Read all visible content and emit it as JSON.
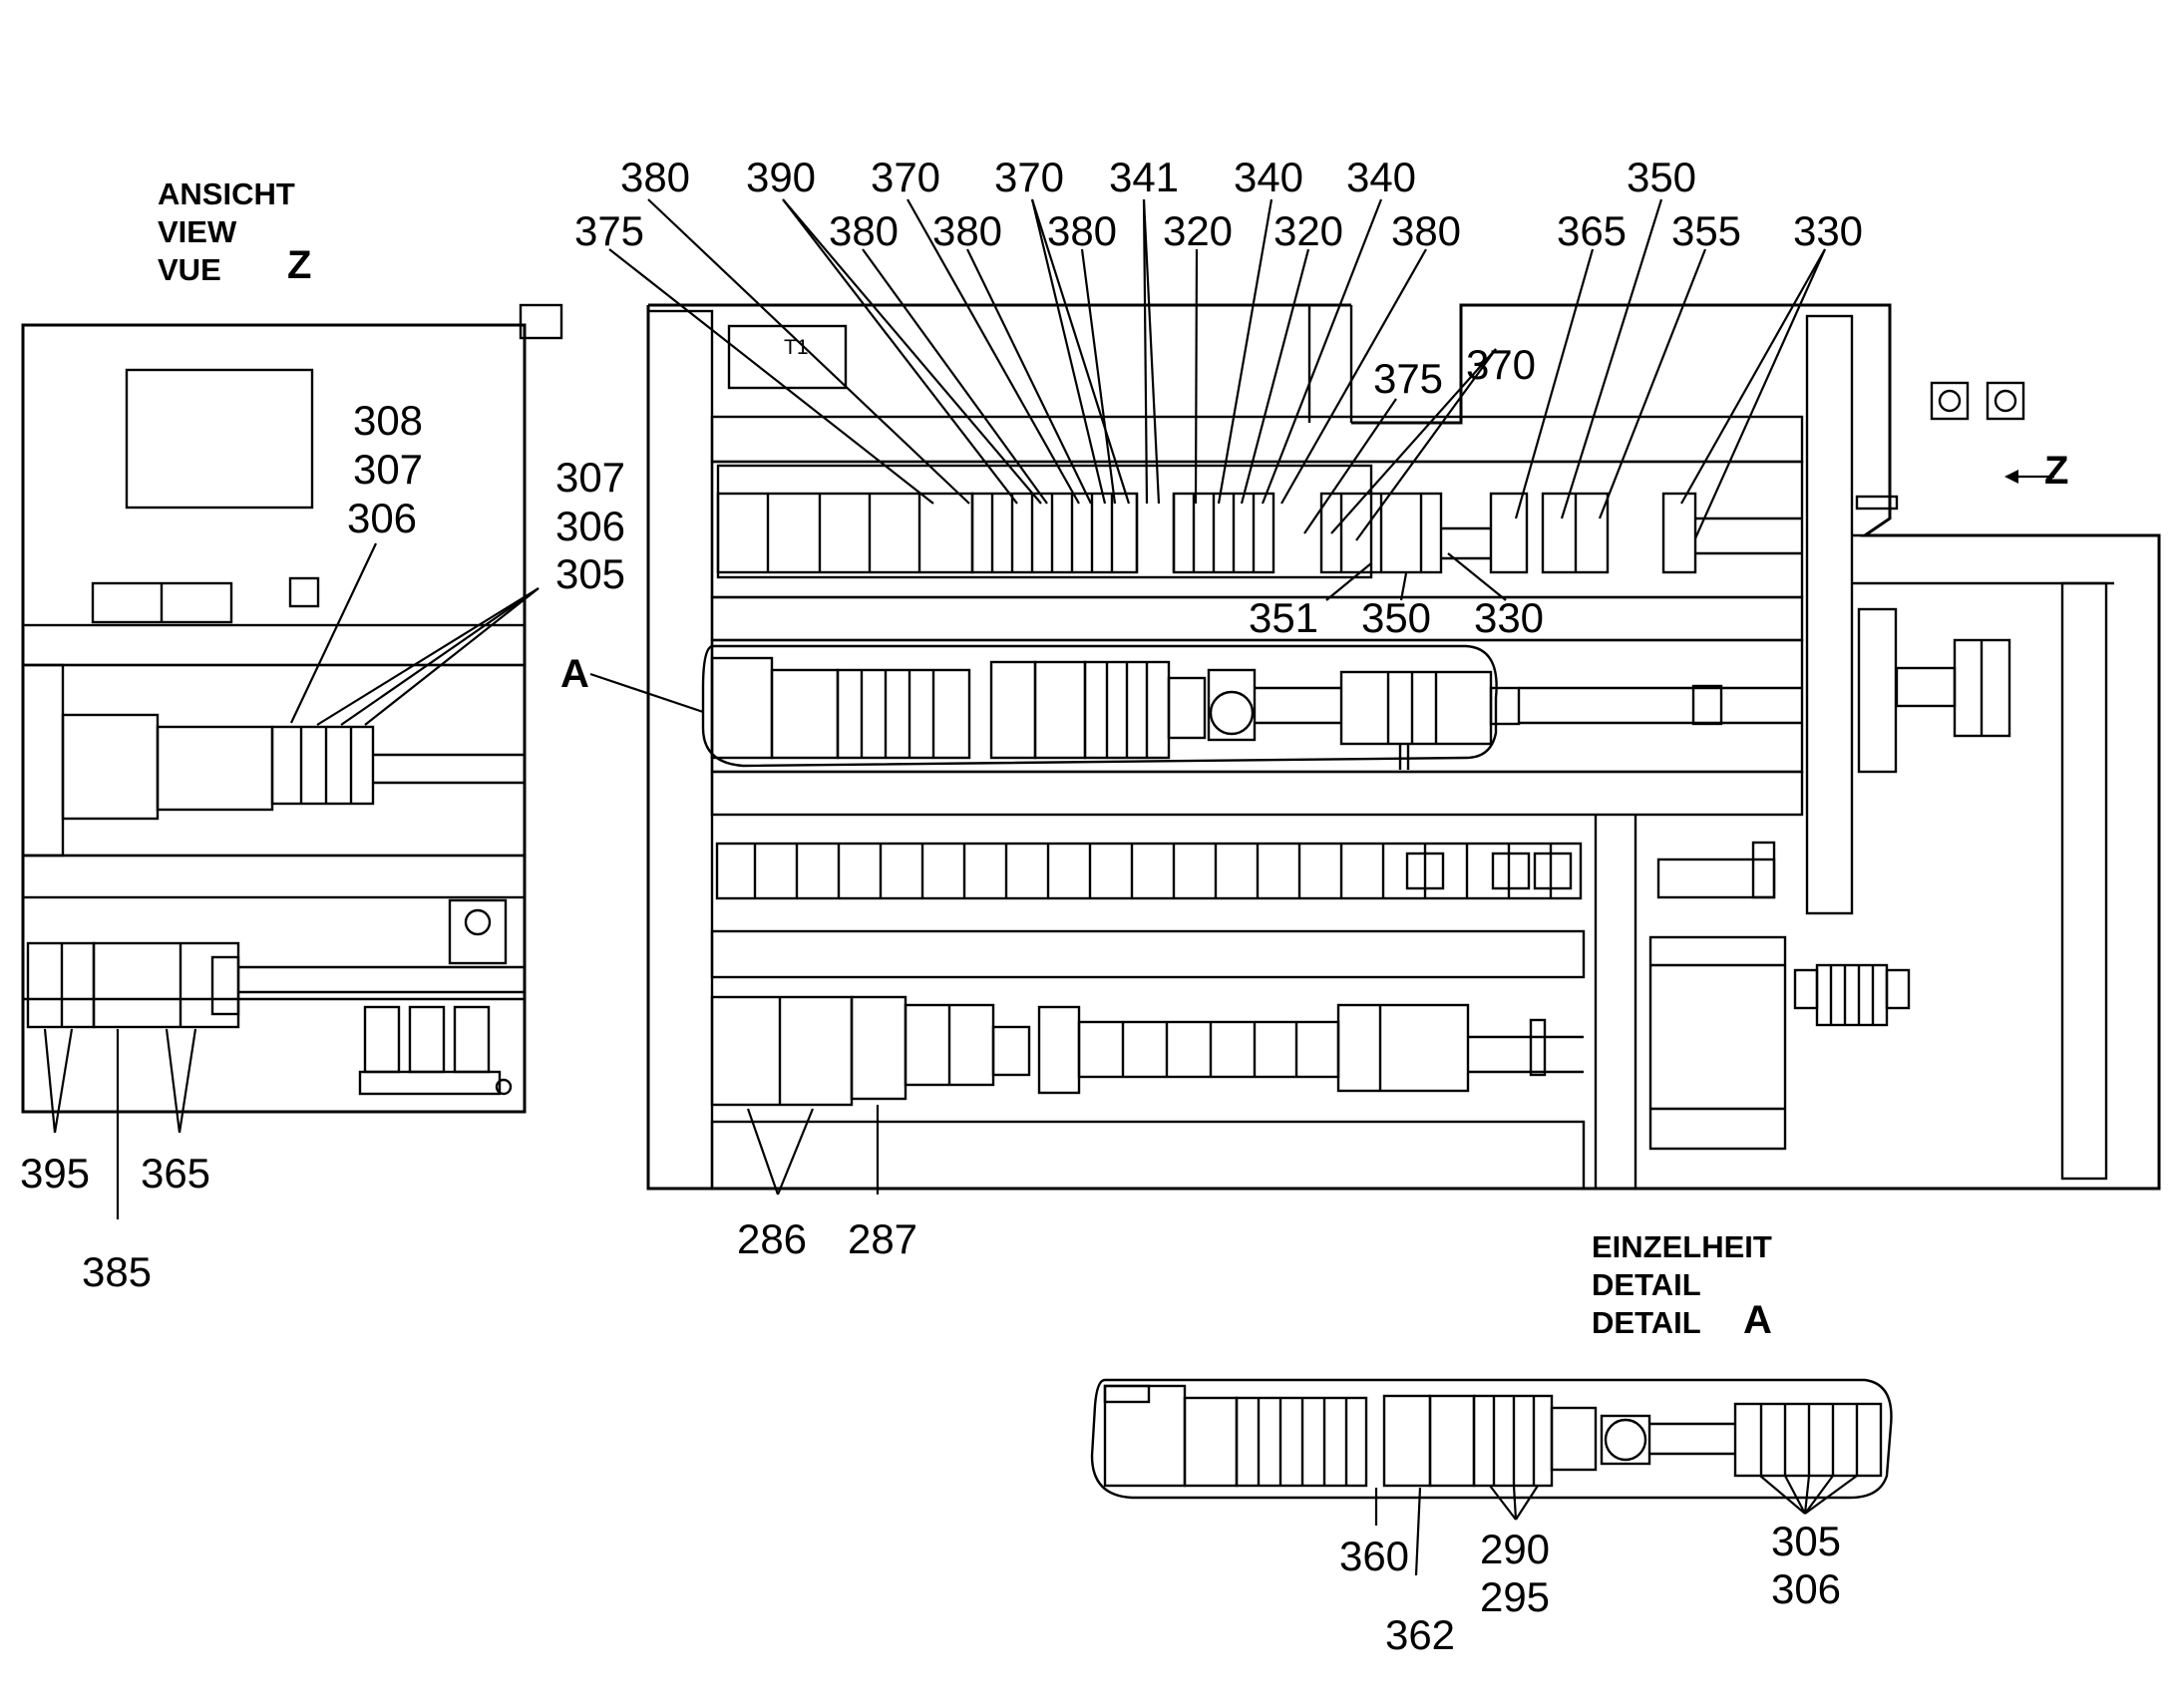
{
  "view_z": {
    "lines": [
      "ANSICHT",
      "VIEW",
      "VUE"
    ],
    "letter": "Z"
  },
  "detail_a": {
    "lines": [
      "EINZELHEIT",
      "DETAIL",
      "DETAIL"
    ],
    "letter": "A"
  },
  "markers": {
    "a": "A",
    "z_arrow": "Z",
    "t1": "T1"
  },
  "part_numbers": {
    "top": [
      "380",
      "390",
      "370",
      "370",
      "341",
      "340",
      "340",
      "350",
      "375",
      "380",
      "380",
      "380",
      "320",
      "320",
      "380",
      "365",
      "355",
      "330"
    ],
    "mid": [
      "375",
      "370",
      "351",
      "350",
      "330"
    ],
    "view_z": [
      "308",
      "307",
      "306",
      "307",
      "306",
      "305",
      "395",
      "365",
      "385"
    ],
    "bottom": [
      "286",
      "287"
    ],
    "detail": [
      "360",
      "362",
      "290",
      "295",
      "305",
      "306"
    ]
  }
}
